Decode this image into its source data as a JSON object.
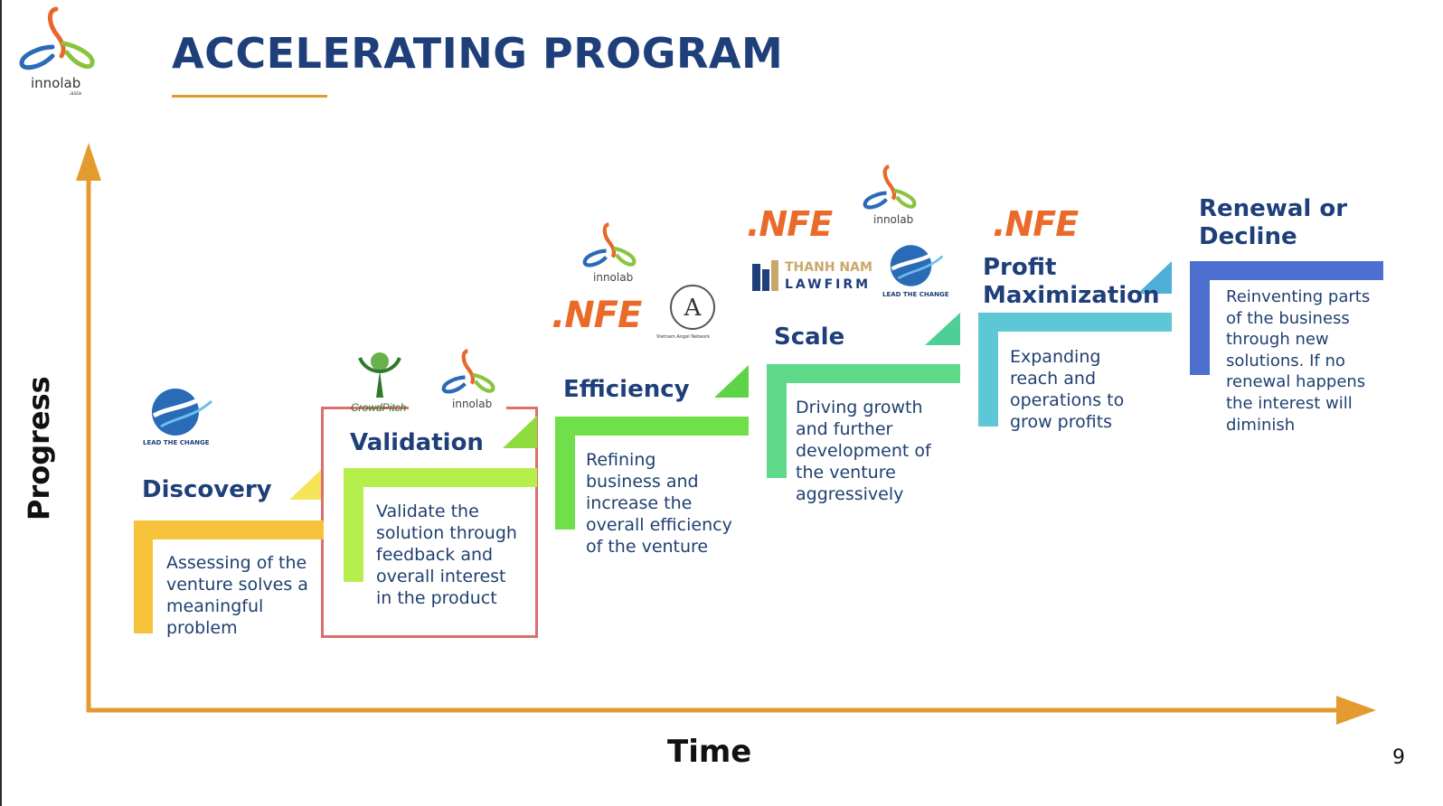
{
  "slide": {
    "title": "ACCELERATING PROGRAM",
    "page_number": "9",
    "brand_text": "innolab",
    "brand_subtext": ".asia"
  },
  "axes": {
    "y_label": "Progress",
    "x_label": "Time",
    "color": "#e39b2f"
  },
  "stages": [
    {
      "title": "Discovery",
      "lines": [
        "Assessing of the",
        "venture solves a",
        "meaningful",
        "problem"
      ],
      "color": "#f5c23a"
    },
    {
      "title": "Validation",
      "lines": [
        "Validate the",
        "solution through",
        "feedback and",
        "overall interest",
        "in the product"
      ],
      "color": "#b6ef4c"
    },
    {
      "title": "Efficiency",
      "lines": [
        "Refining",
        "business and",
        "increase the",
        "overall efficiency",
        "of the venture"
      ],
      "color": "#70e04a"
    },
    {
      "title": "Scale",
      "lines": [
        "Driving growth",
        "and further",
        "development of",
        "the venture",
        "aggressively"
      ],
      "color": "#5ed98a"
    },
    {
      "title_lines": [
        "Profit",
        "Maximization"
      ],
      "lines": [
        "Expanding",
        "reach and",
        "operations to",
        "grow profits"
      ],
      "color": "#5ec7d6"
    },
    {
      "title_lines": [
        "Renewal or",
        "Decline"
      ],
      "lines": [
        "Reinventing parts",
        "of the business",
        "through new",
        "solutions. If no",
        "renewal happens",
        "the interest will",
        "diminish"
      ],
      "color": "#4d6fd0"
    }
  ],
  "highlight_color": "#dc6e6e",
  "partner_logos": {
    "lead_the_change": "LEAD THE CHANGE",
    "crowdpitch": "CrowdPitch",
    "nfe": ".NFE",
    "thanh_nam_line1": "THANH NAM",
    "thanh_nam_line2": "LAWFIRM",
    "van": "Vietnam Angel Network"
  }
}
